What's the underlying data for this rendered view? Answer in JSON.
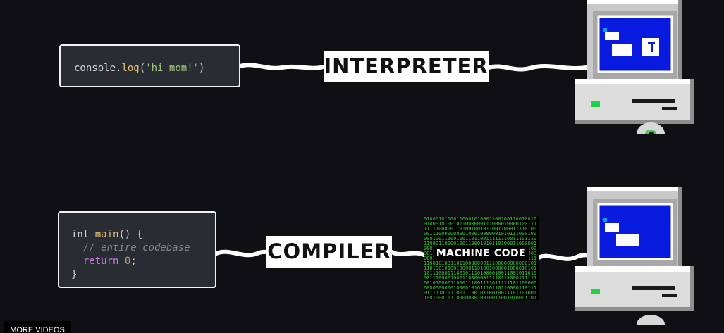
{
  "diagram": {
    "interpreter_row": {
      "code": {
        "fn_obj": "console",
        "dot": ".",
        "fn_name": "log",
        "open": "(",
        "arg": "'hi mom!'",
        "close": ")"
      },
      "label": "INTERPRETER"
    },
    "compiler_row": {
      "code": {
        "line1_kw": "int",
        "line1_fn": "main",
        "line1_rest": "() {",
        "line2_comment": "// entire codebase",
        "line3_kw": "return",
        "line3_num": "0",
        "line3_semi": ";",
        "line4": "}"
      },
      "label": "COMPILER",
      "machine_code_label": "MACHINE CODE"
    },
    "colors": {
      "background": "#0f0f14",
      "code_bg": "#2a2c33",
      "machine_green": "#39c93b",
      "screen_blue": "#0a1be0"
    },
    "icons": [
      "retro-computer-icon",
      "cd-disc-icon"
    ]
  },
  "overlay": {
    "more_videos": "MORE VIDEOS"
  }
}
